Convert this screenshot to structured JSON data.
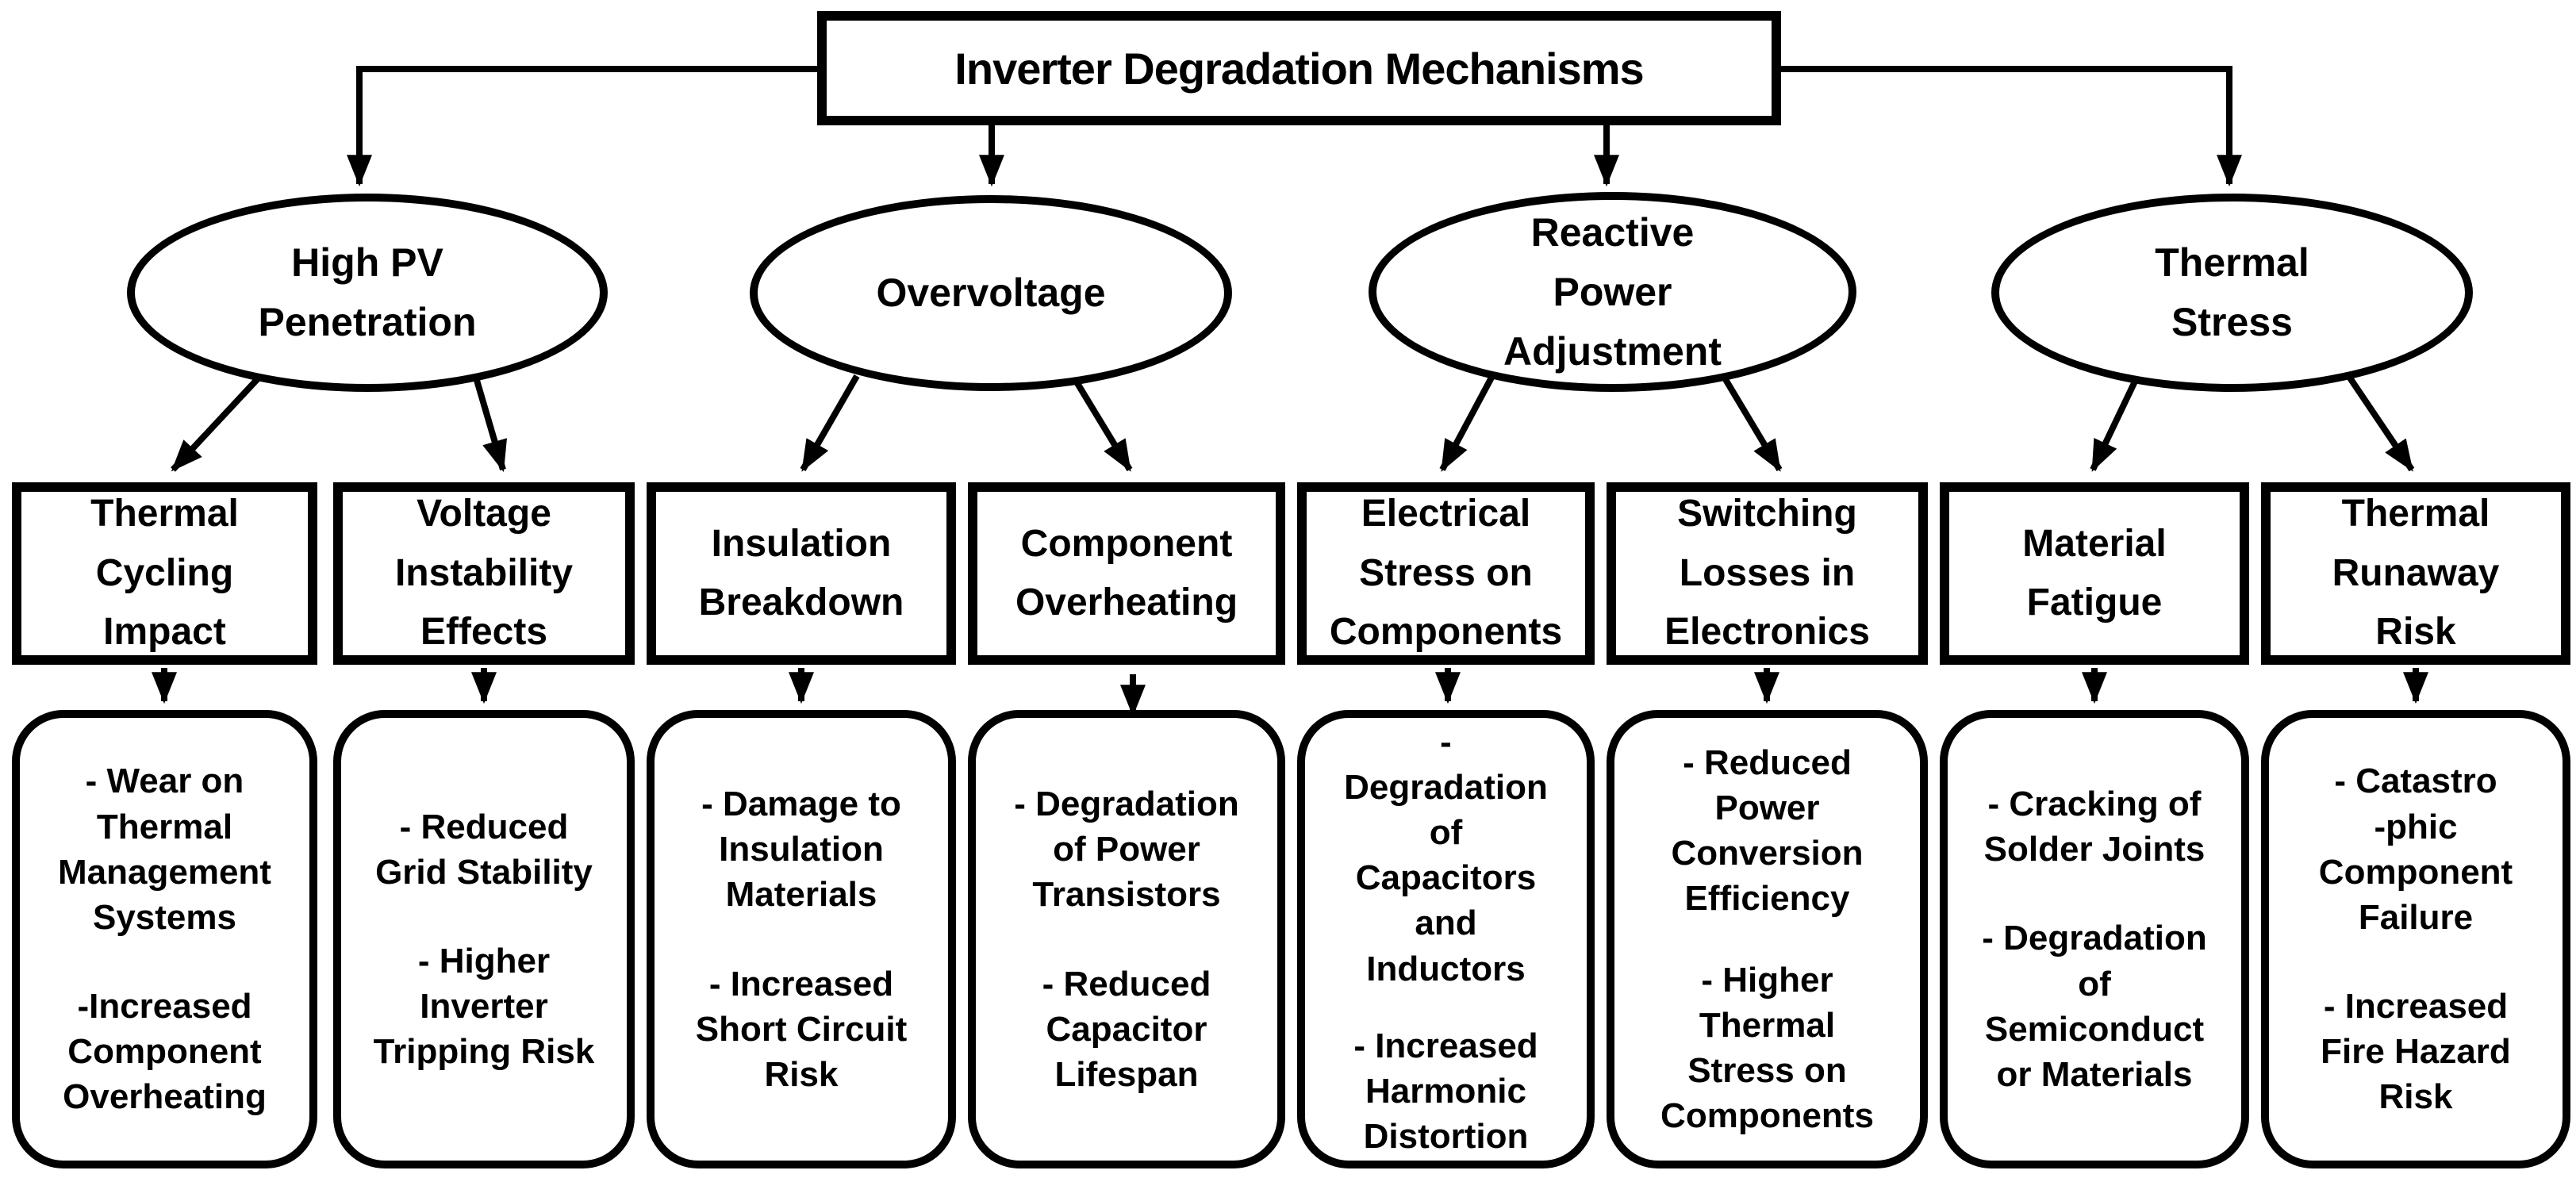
{
  "title": "Inverter Degradation Mechanisms",
  "colors": {
    "stroke": "#000000",
    "background": "#ffffff",
    "text": "#000000"
  },
  "branches": [
    {
      "label": "High PV\nPenetration",
      "children": [
        {
          "label": "Thermal\nCycling\nImpact",
          "effects": [
            "- Wear on\nThermal\nManagement\nSystems",
            "-Increased\nComponent\nOverheating"
          ]
        },
        {
          "label": "Voltage\nInstability\nEffects",
          "effects": [
            "- Reduced\nGrid Stability",
            "- Higher\nInverter\nTripping Risk"
          ]
        }
      ]
    },
    {
      "label": "Overvoltage",
      "children": [
        {
          "label": "Insulation\nBreakdown",
          "effects": [
            "- Damage to\nInsulation\nMaterials",
            "- Increased\nShort Circuit\nRisk"
          ]
        },
        {
          "label": "Component\nOverheating",
          "effects": [
            "- Degradation\nof Power\nTransistors",
            "- Reduced\nCapacitor\nLifespan"
          ]
        }
      ]
    },
    {
      "label": "Reactive\nPower\nAdjustment",
      "children": [
        {
          "label": "Electrical\nStress on\nComponents",
          "effects": [
            "-\nDegradation\nof\nCapacitors\nand\nInductors",
            "- Increased\nHarmonic\nDistortion"
          ]
        },
        {
          "label": "Switching\nLosses in\nElectronics",
          "effects": [
            "- Reduced\nPower\nConversion\nEfficiency",
            "- Higher\nThermal\nStress on\nComponents"
          ]
        }
      ]
    },
    {
      "label": "Thermal\nStress",
      "children": [
        {
          "label": "Material\nFatigue",
          "effects": [
            "- Cracking of\nSolder Joints",
            "- Degradation\nof\nSemiconduct\nor Materials"
          ]
        },
        {
          "label": "Thermal\nRunaway\nRisk",
          "effects": [
            "- Catastro\n-phic\nComponent\nFailure",
            "- Increased\nFire Hazard\nRisk"
          ]
        }
      ]
    }
  ]
}
